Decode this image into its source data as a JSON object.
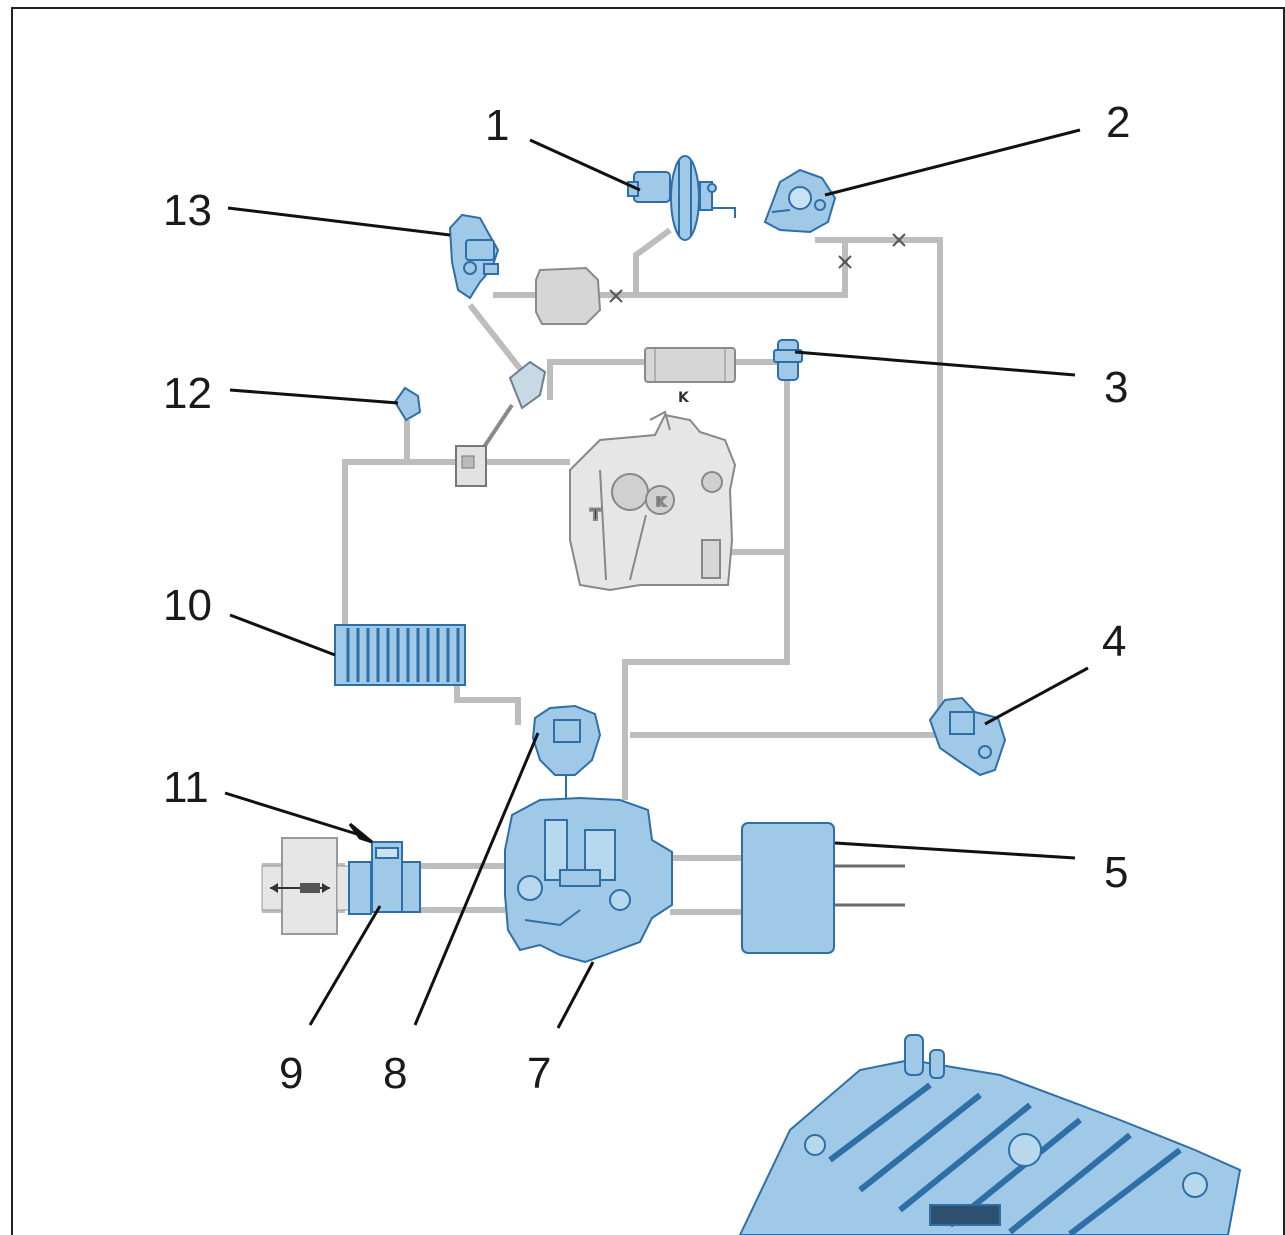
{
  "colors": {
    "component_fill": "#9fc9e6",
    "component_stroke": "#2f6fa8",
    "pipe": "#bdbdbd",
    "grey_part": "#d6d6d6",
    "grey_part_stroke": "#8a8a8a",
    "leader": "#111111",
    "frame": "#222222"
  },
  "callouts": [
    {
      "id": "c1",
      "label": "1"
    },
    {
      "id": "c2",
      "label": "2"
    },
    {
      "id": "c3",
      "label": "3"
    },
    {
      "id": "c4",
      "label": "4"
    },
    {
      "id": "c5",
      "label": "5"
    },
    {
      "id": "c7",
      "label": "7"
    },
    {
      "id": "c8",
      "label": "8"
    },
    {
      "id": "c9",
      "label": "9"
    },
    {
      "id": "c10",
      "label": "10"
    },
    {
      "id": "c11",
      "label": "11"
    },
    {
      "id": "c12",
      "label": "12"
    },
    {
      "id": "c13",
      "label": "13"
    }
  ],
  "engine_markings": {
    "turbine": "T",
    "compressor": "K",
    "cooler": "K"
  },
  "icons": [
    "vacuum-booster-icon",
    "vacuum-pump-icon",
    "pressure-sensor-icon",
    "solenoid-valve-icon",
    "throttle-actuator-icon",
    "charge-air-cooler-icon",
    "turbocharger-engine-icon",
    "exhaust-muffler-icon",
    "egr-valve-icon",
    "intake-sensor-icon",
    "control-unit-icon"
  ]
}
